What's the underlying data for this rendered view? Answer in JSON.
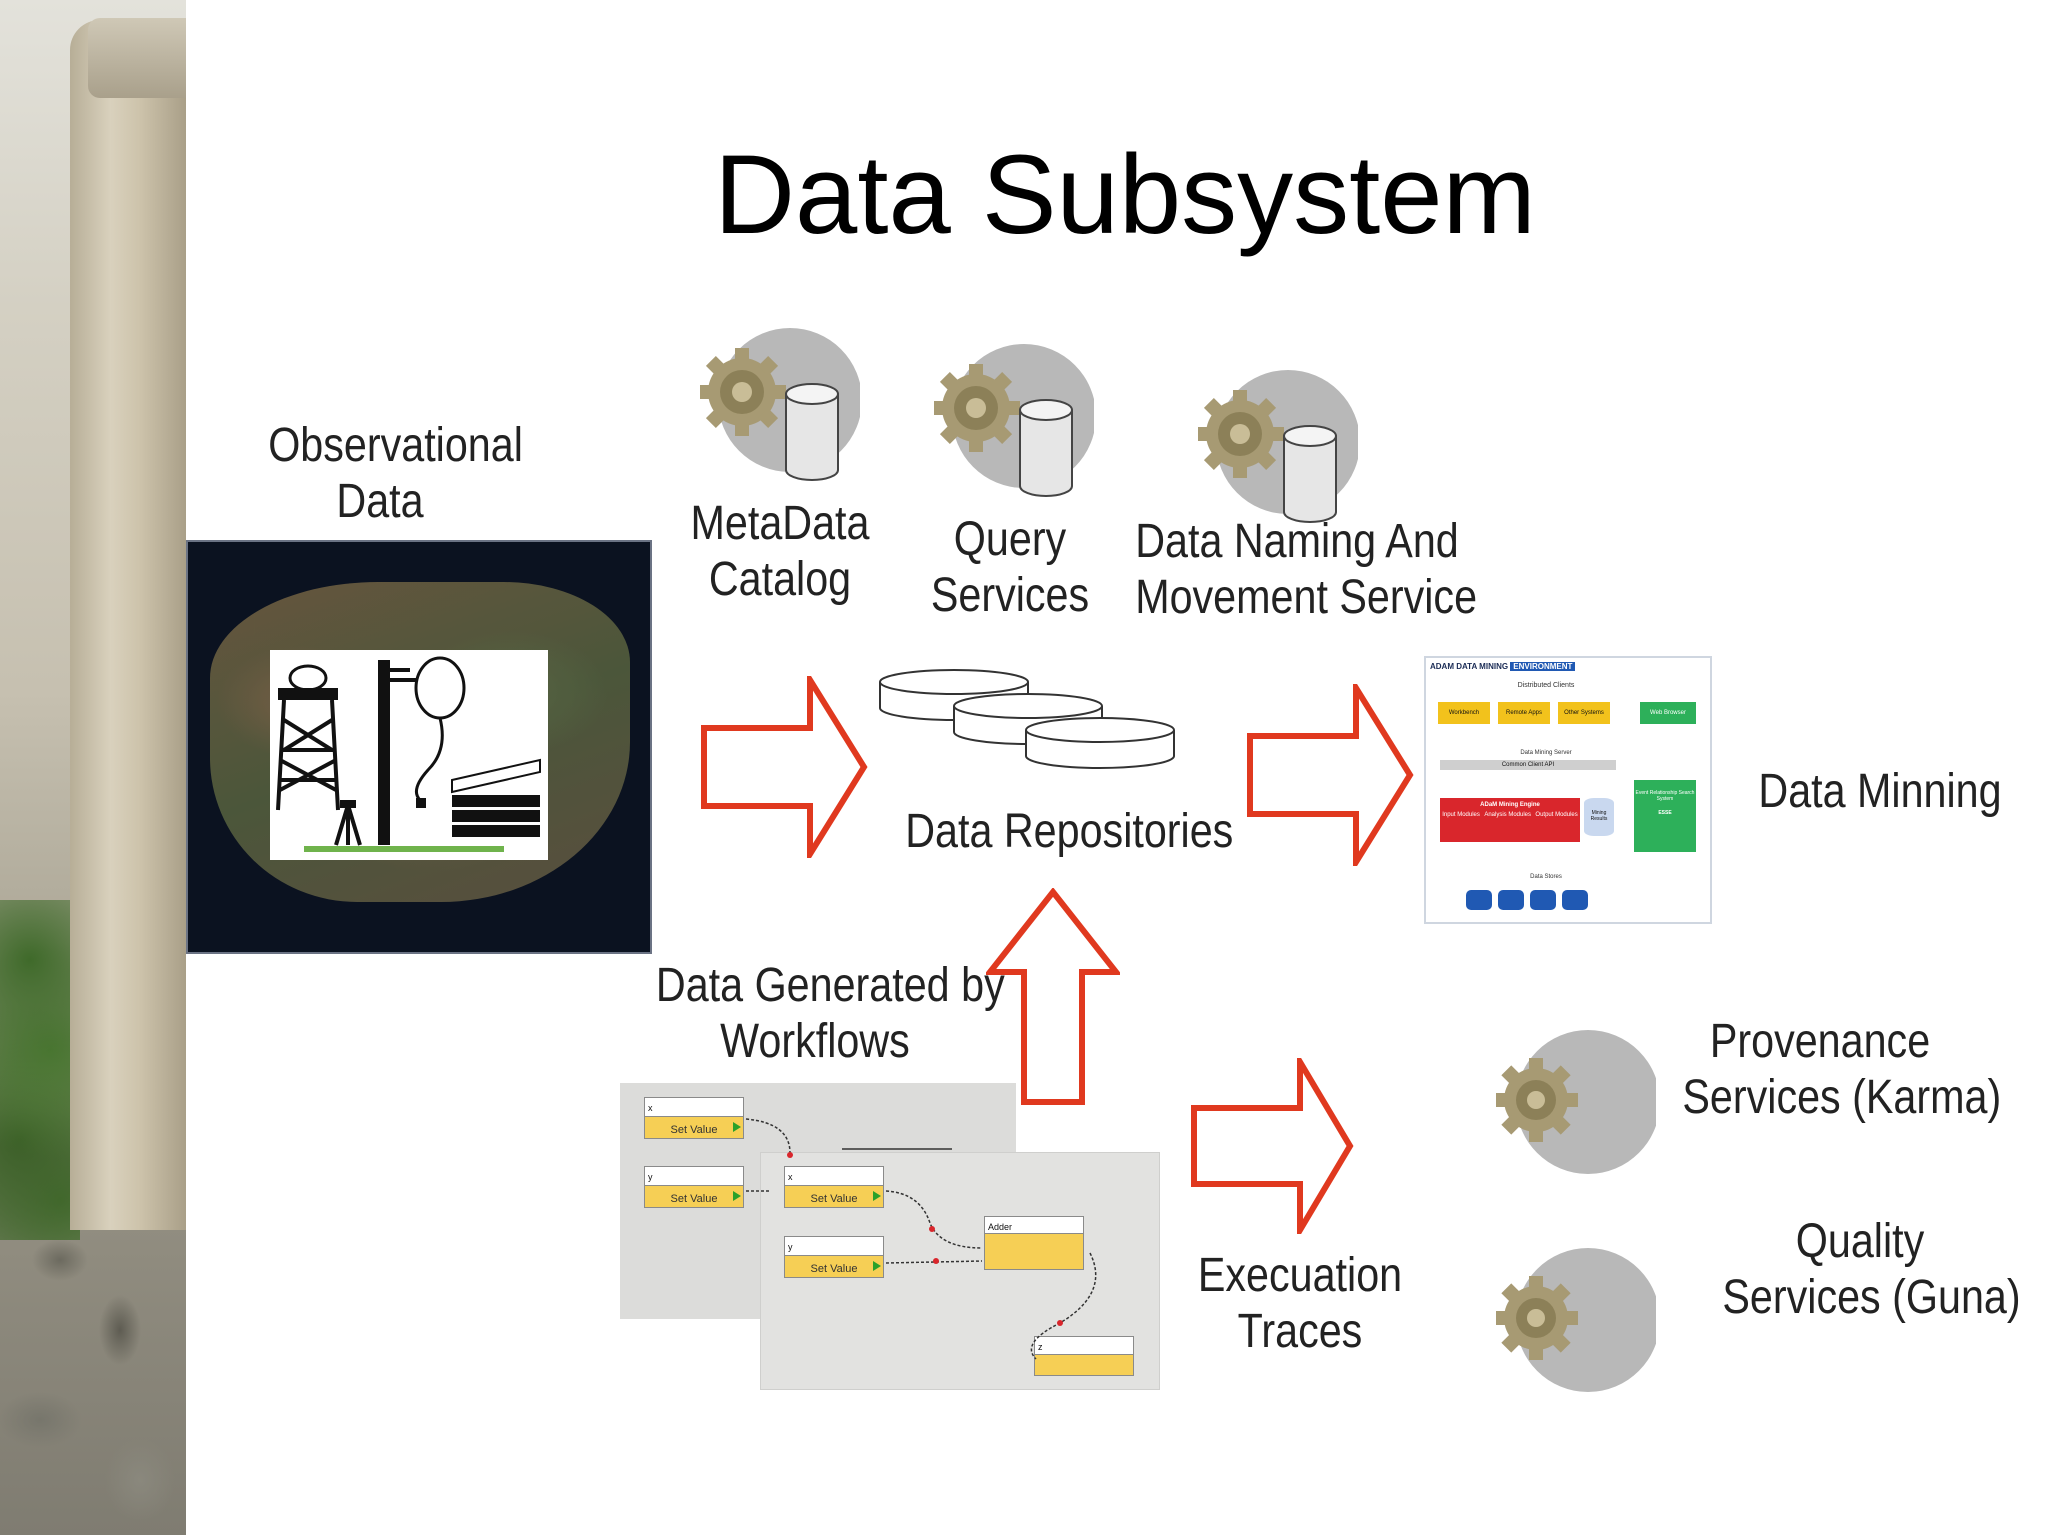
{
  "slide": {
    "title": "Data Subsystem"
  },
  "labels": {
    "observational": [
      "Observational",
      "Data"
    ],
    "metadata": [
      "MetaData",
      "Catalog"
    ],
    "query": [
      "Query",
      "Services"
    ],
    "naming": [
      "Data Naming And",
      "Movement Service"
    ],
    "repositories": "Data Repositories",
    "mining": "Data Minning",
    "generated": [
      "Data Generated by",
      "Workflows"
    ],
    "traces": [
      "Execuation",
      "Traces"
    ],
    "provenance": [
      "Provenance",
      "Services (Karma)"
    ],
    "quality": [
      "Quality",
      "Services (Guna)"
    ]
  },
  "workflow_nodes": {
    "n1": "Set Value",
    "n2": "Set Value",
    "n3": "Set Value",
    "n4": "Set Value",
    "adder": "Adder",
    "x1": "x",
    "y1": "y",
    "x2": "x",
    "y2": "y",
    "z": "z"
  },
  "mining_panel": {
    "header": "ADAM DATA MINING",
    "header_badge": "ENVIRONMENT",
    "clients": "Distributed Clients",
    "boxes": [
      "Workbench",
      "Remote Apps",
      "Other Systems"
    ],
    "web_browser": "Web Browser",
    "interface": "Data Mining Server",
    "api": "Common Client API",
    "engine": "ADaM Mining Engine",
    "engine_sub": [
      "Input Modules",
      "Analysis Modules",
      "Output Modules"
    ],
    "results": "Mining Results",
    "search": "Event Relationship Search System",
    "search_tag": "ESSE",
    "stores": "Data Stores"
  },
  "colors": {
    "arrow": "#e0391f",
    "gear": "#a79a73",
    "service_disk": "#b8b8b8",
    "workflow_node": "#f6cf55",
    "mining_red": "#d9262c",
    "mining_green": "#2db05a",
    "mining_yellow": "#f2c21c",
    "mining_blue": "#2059b3"
  }
}
